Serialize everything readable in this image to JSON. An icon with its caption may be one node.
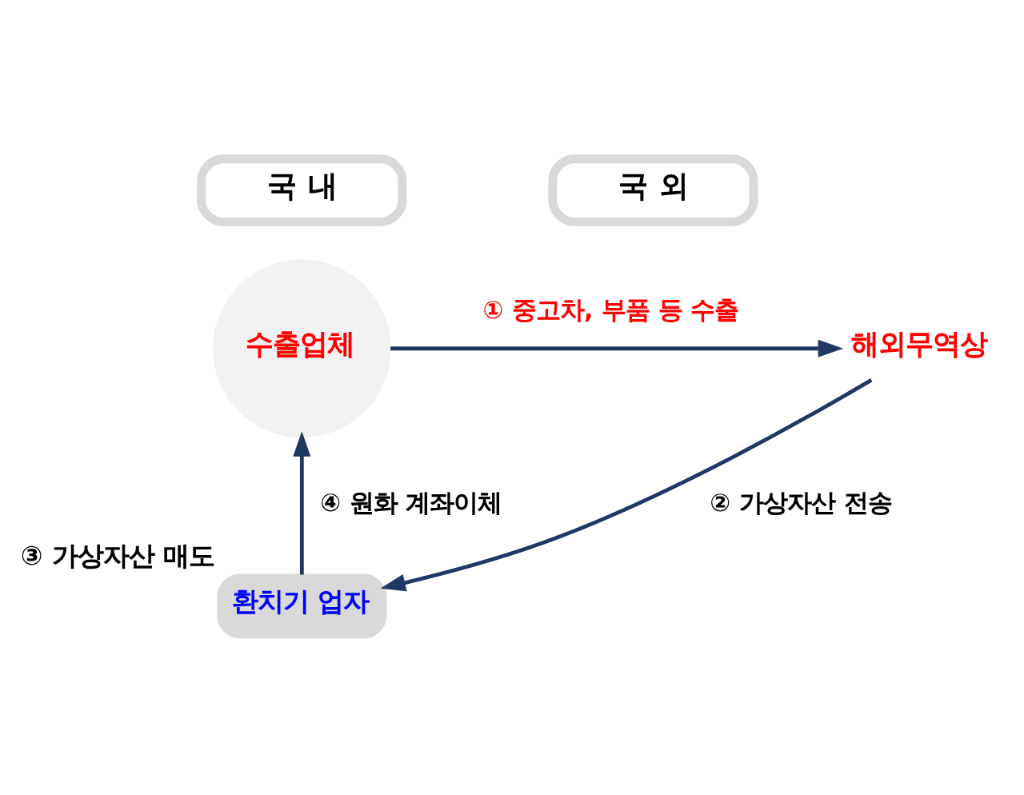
{
  "diagram": {
    "nodes": [
      {
        "text": [
          "국 내"
        ]
      },
      {
        "text": [
          "국 외"
        ]
      },
      {
        "text": [
          "수출업체"
        ]
      },
      {
        "text": [
          "해외무역상"
        ]
      },
      {
        "text": [
          "환치기 업자"
        ],
        "beside": [
          "③ 가상자산 매도"
        ]
      }
    ],
    "edges": [
      {
        "from": 2,
        "to": 3,
        "arrow": "to",
        "label": "① 중고차, 부품 등 수출"
      },
      {
        "from": 3,
        "to": 4,
        "arrow": "to",
        "label": "② 가상자산 전송"
      },
      {
        "from": 4,
        "to": 2,
        "arrow": "to",
        "label": "④ 원화 계좌이체"
      }
    ]
  }
}
